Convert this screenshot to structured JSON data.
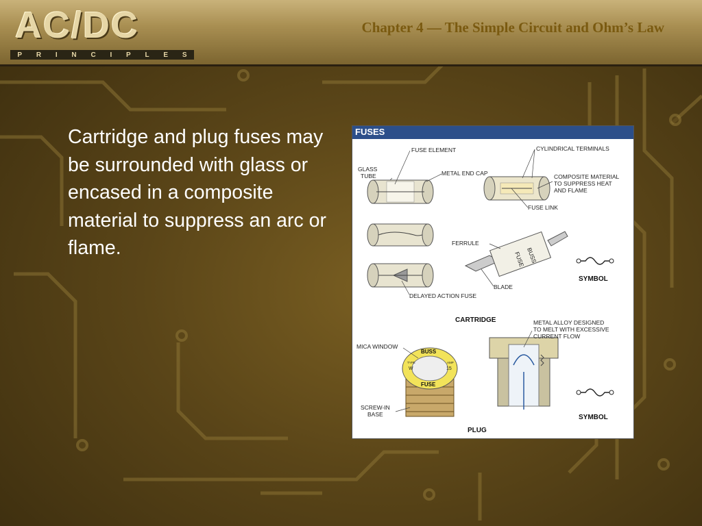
{
  "header": {
    "logo_main": "AC/DC",
    "logo_sub_letters": [
      "P",
      "R",
      "I",
      "N",
      "C",
      "I",
      "P",
      "L",
      "E",
      "S"
    ],
    "chapter_title": "Chapter 4 — The Simple Circuit and Ohm’s Law"
  },
  "body": {
    "paragraph": "Cartridge and plug fuses may be surrounded with glass or encased in a composite material to suppress an arc or flame."
  },
  "figure": {
    "title": "FUSES",
    "labels": {
      "fuse_element": "FUSE ELEMENT",
      "cylindrical_terminals": "CYLINDRICAL TERMINALS",
      "glass": "GLASS",
      "tube": "TUBE",
      "metal_end_cap": "METAL END CAP",
      "composite_1": "COMPOSITE MATERIAL",
      "composite_2": "TO SUPPRESS HEAT",
      "composite_3": "AND FLAME",
      "fuse_link": "FUSE LINK",
      "ferrule": "FERRULE",
      "blade": "BLADE",
      "delayed_action_fuse": "DELAYED ACTION FUSE",
      "symbol_1": "SYMBOL",
      "cartridge": "CARTRIDGE",
      "metal_alloy_1": "METAL ALLOY DESIGNED",
      "metal_alloy_2": "TO MELT WITH EXCESSIVE",
      "metal_alloy_3": "CURRENT FLOW",
      "mica_window": "MICA WINDOW",
      "screw_in": "SCREW-IN",
      "base": "BASE",
      "symbol_2": "SYMBOL",
      "plug": "PLUG",
      "buss_top": "BUSS",
      "fuse_bottom": "FUSE",
      "type_label": "TYPE",
      "type_value": "W",
      "amp_label": "AMP",
      "amp_value": "15",
      "blade_buss": "BUSS",
      "blade_fuse": "FUSE"
    }
  },
  "colors": {
    "figure_title_bar": "#2c4f8a",
    "chapter_text": "#7a5a10",
    "body_text": "#ffffff"
  }
}
